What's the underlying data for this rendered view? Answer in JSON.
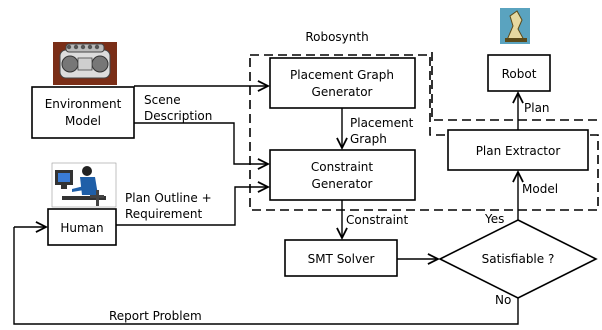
{
  "diagram": {
    "groups": {
      "robosynth": "Robosynth"
    },
    "nodes": {
      "environment_model": [
        "Environment",
        "Model"
      ],
      "human": "Human",
      "placement_graph_generator": [
        "Placement Graph",
        "Generator"
      ],
      "constraint_generator": [
        "Constraint",
        "Generator"
      ],
      "smt_solver": "SMT Solver",
      "satisfiable": "Satisfiable ?",
      "plan_extractor": "Plan Extractor",
      "robot": "Robot"
    },
    "edge_labels": {
      "scene_description": [
        "Scene",
        "Description"
      ],
      "placement_graph": [
        "Placement",
        "Graph"
      ],
      "plan_outline": [
        "Plan Outline +",
        "Requirement"
      ],
      "constraint": "Constraint",
      "yes": "Yes",
      "no": "No",
      "model": "Model",
      "plan": "Plan",
      "report_problem": "Report Problem"
    },
    "icons": [
      "robot-3d-printer-image",
      "human-at-computer-image",
      "robot-arm-image"
    ]
  }
}
